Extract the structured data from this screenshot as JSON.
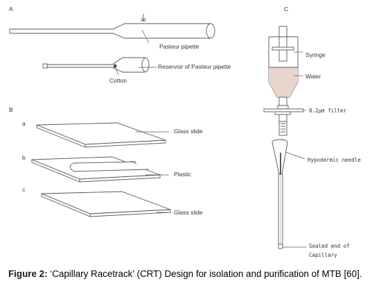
{
  "panels": {
    "a": "A",
    "b": "B",
    "c": "C"
  },
  "sub_labels": {
    "a": "a",
    "b": "b",
    "c": "c"
  },
  "labels": {
    "pasteur_pipette": "Pasteur pipette",
    "reservoir": "Reservoir of Pasteur pipette",
    "cotton": "Cotton",
    "glass_slide_top": "Glass slide",
    "plastic": "Plastic",
    "glass_slide_bottom": "Glass slide",
    "syringe": "Syringe",
    "water": "Water",
    "filter": "0.2μm filter",
    "needle": "Hypodermic needle",
    "sealed_1": "Sealed end of",
    "sealed_2": "Capillary"
  },
  "caption": {
    "label": "Figure 2:",
    "text": " ‘Capillary Racetrack’ (CRT) Design for isolation and purification of MTB [60]."
  },
  "colors": {
    "line": "#555555",
    "water": "#e8d5cc",
    "ink": "#333333"
  }
}
